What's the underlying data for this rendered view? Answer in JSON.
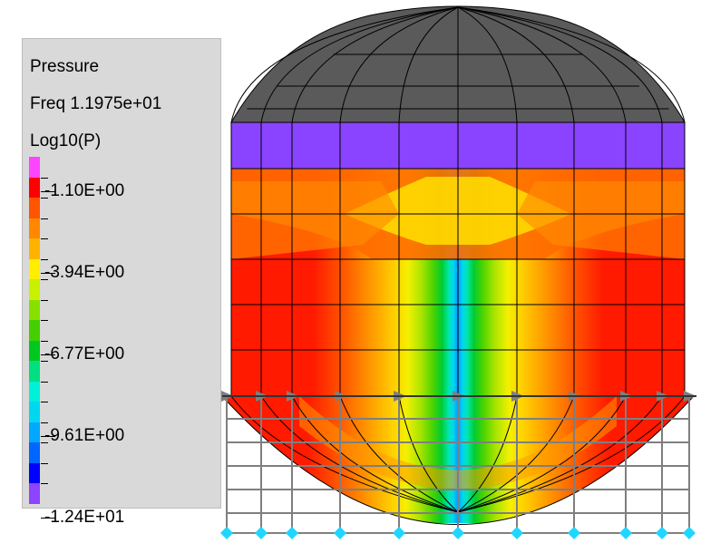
{
  "legend": {
    "title": "Pressure",
    "frequency": "Freq 1.1975e+01",
    "quantity": "Log10(P)",
    "band_colors": [
      "#ff44ff",
      "#ff0000",
      "#ff5500",
      "#ff8800",
      "#ffb300",
      "#ffee00",
      "#c8f000",
      "#88e000",
      "#44d000",
      "#00c820",
      "#00e080",
      "#00f0d8",
      "#00d8f0",
      "#00a8ff",
      "#0066ff",
      "#0000ff",
      "#8c44ff"
    ],
    "labels": [
      {
        "text": "-1.10E+00",
        "band": 2
      },
      {
        "text": "-3.94E+00",
        "band": 6
      },
      {
        "text": "-6.77E+00",
        "band": 10
      },
      {
        "text": "-9.61E+00",
        "band": 14
      },
      {
        "text": "-1.24E+01",
        "band": 18
      }
    ]
  },
  "model": {
    "cap_color": "#5a5a5a",
    "band_color": "#8a44ff",
    "arrow_color": "#7f7f7f",
    "node_color": "#1fd6ff"
  }
}
